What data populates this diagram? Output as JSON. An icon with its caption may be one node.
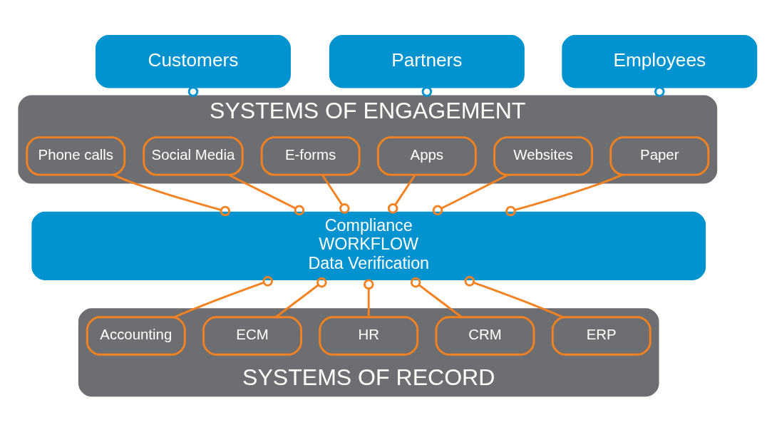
{
  "diagram": {
    "nodes": [
      {
        "text": [
          "Customers"
        ]
      },
      {
        "text": [
          "Partners"
        ]
      },
      {
        "text": [
          "Employees"
        ]
      },
      {
        "text": [
          "SYSTEMS OF ENGAGEMENT"
        ]
      },
      {
        "text": [
          "Social Media"
        ],
        "in": 3
      },
      {
        "text": [
          "Websites"
        ],
        "in": 3
      },
      {
        "text": [
          "Apps"
        ],
        "in": 3
      },
      {
        "text": [
          "E-forms"
        ],
        "in": 3
      },
      {
        "text": [
          "Paper"
        ],
        "in": 3
      },
      {
        "text": [
          "Phone calls"
        ],
        "in": 3
      },
      {
        "text": [
          "Compliance",
          "WORKFLOW",
          "Data Verification"
        ]
      },
      {
        "text": [
          "SYSTEMS OF RECORD"
        ]
      },
      {
        "text": [
          "ERP"
        ],
        "in": 11
      },
      {
        "text": [
          "CRM"
        ],
        "in": 11
      },
      {
        "text": [
          "HR"
        ],
        "in": 11
      },
      {
        "text": [
          "ECM"
        ],
        "in": 11
      },
      {
        "text": [
          "Accounting"
        ],
        "in": 11
      }
    ],
    "edges": [
      {
        "from": 0,
        "to": 3,
        "arrow": "other",
        "color": "#0093d0"
      },
      {
        "from": 1,
        "to": 3,
        "arrow": "other",
        "color": "#0093d0"
      },
      {
        "from": 2,
        "to": 3,
        "arrow": "other",
        "color": "#0093d0"
      },
      {
        "from": 4,
        "to": 10,
        "arrow": "other"
      },
      {
        "from": 5,
        "to": 10,
        "arrow": "other"
      },
      {
        "from": 6,
        "to": 10,
        "arrow": "other"
      },
      {
        "from": 7,
        "to": 10,
        "arrow": "other"
      },
      {
        "from": 8,
        "to": 10,
        "arrow": "other"
      },
      {
        "from": 9,
        "to": 10,
        "arrow": "other"
      },
      {
        "from": 12,
        "to": 10,
        "arrow": "other"
      },
      {
        "from": 13,
        "to": 10,
        "arrow": "other"
      },
      {
        "from": 14,
        "to": 10,
        "arrow": "other"
      },
      {
        "from": 15,
        "to": 10,
        "arrow": "other"
      },
      {
        "from": 16,
        "to": 10,
        "arrow": "other"
      }
    ]
  }
}
